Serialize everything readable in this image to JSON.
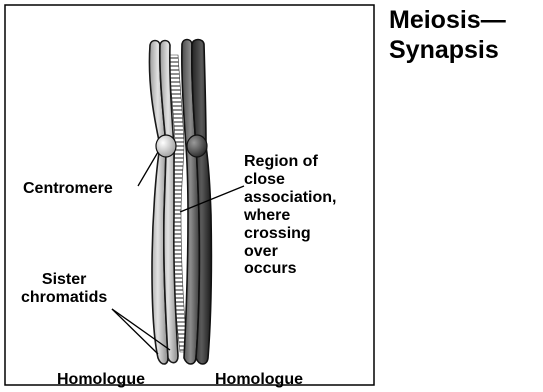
{
  "title": {
    "line1": "Meiosis—",
    "line2": "Synapsis"
  },
  "labels": {
    "centromere": "Centromere",
    "region": [
      "Region of",
      "close",
      "association,",
      "where",
      "crossing",
      "over",
      "occurs"
    ],
    "sister": [
      "Sister",
      "chromatids"
    ],
    "homologue_left": "Homologue",
    "homologue_right": "Homologue"
  },
  "colors": {
    "frame": "#000000",
    "light_chromatid": "#c8c8c8",
    "mid_chromatid": "#6e6e6e",
    "dark_chromatid": "#353535",
    "centromere_light": "#e6e6e6",
    "centromere_dark": "#555555"
  }
}
